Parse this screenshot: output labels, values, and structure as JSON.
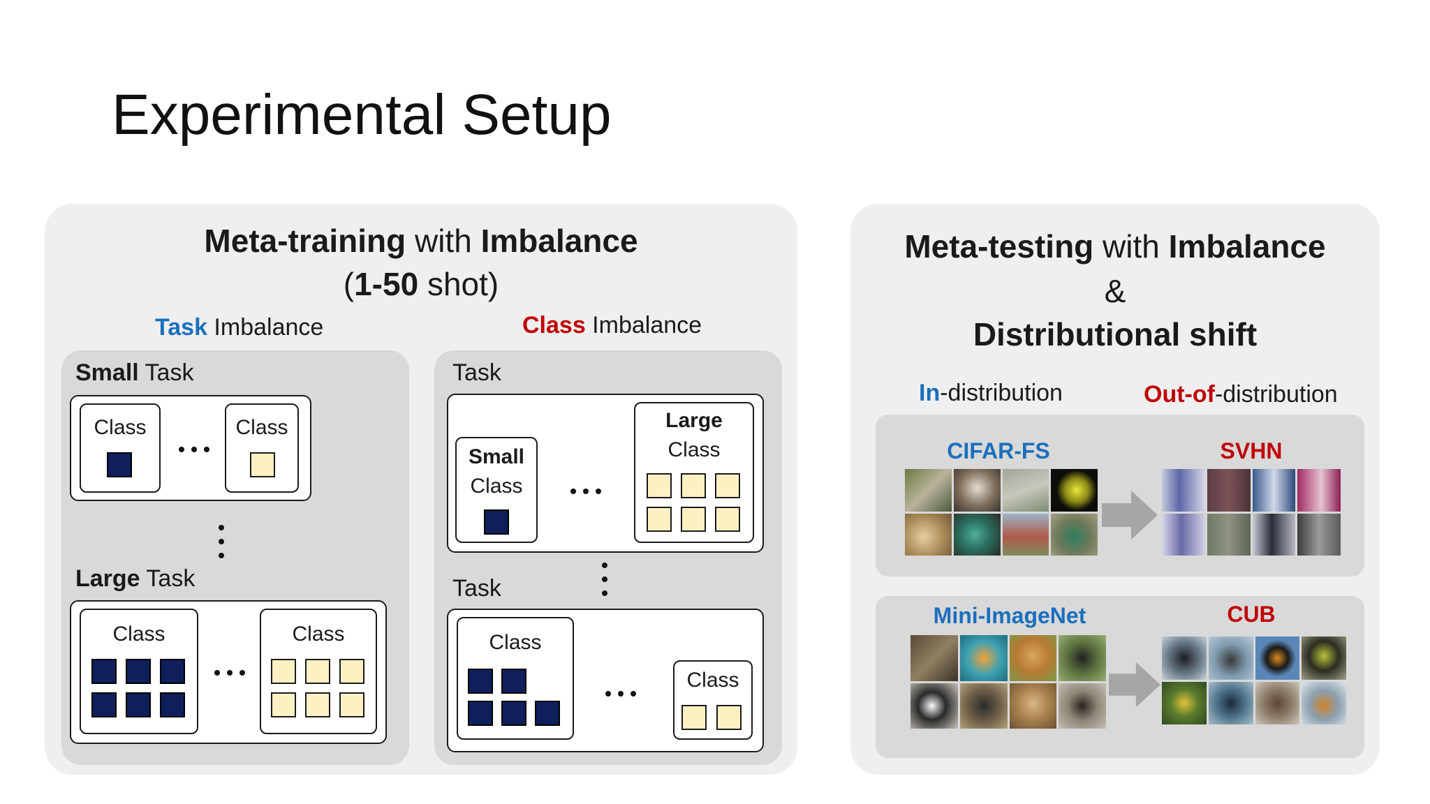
{
  "title": "Experimental Setup",
  "meta_training": {
    "heading_part1": "Meta-training",
    "heading_part2": " with ",
    "heading_part3": "Imbalance",
    "subheading_open": "(",
    "subheading_bold": "1-50",
    "subheading_rest": " shot)",
    "task_imbalance": {
      "label_colored": "Task",
      "label_rest": " Imbalance",
      "small_task_bold": "Small",
      "small_task_rest": " Task",
      "large_task_bold": "Large",
      "large_task_rest": " Task",
      "class_label": "Class"
    },
    "class_imbalance": {
      "label_colored": "Class",
      "label_rest": " Imbalance",
      "task_label": "Task",
      "small_bold": "Small",
      "large_bold": "Large",
      "class_label": "Class"
    }
  },
  "meta_testing": {
    "heading_part1": "Meta-testing",
    "heading_part2": " with ",
    "heading_part3": "Imbalance",
    "ampersand": "&",
    "heading_line3": "Distributional shift",
    "in_dist_colored": "In",
    "in_dist_rest": "-distribution",
    "out_dist_colored": "Out-of",
    "out_dist_rest": "-distribution",
    "datasets": {
      "cifar": "CIFAR-FS",
      "svhn": "SVHN",
      "mini": "Mini-ImageNet",
      "cub": "CUB"
    }
  },
  "colors": {
    "dark_square": "#0e1f5b",
    "light_square": "#fdf1c4",
    "blue": "#1b6fbd",
    "red": "#c00000"
  }
}
